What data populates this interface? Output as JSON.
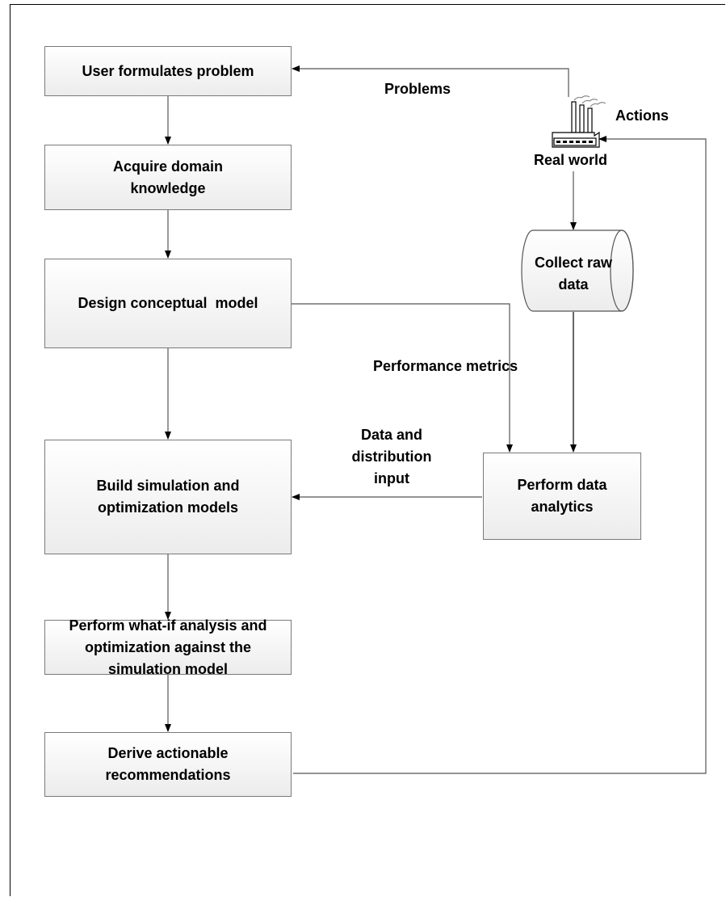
{
  "steps": {
    "formulate": "User formulates problem",
    "acquire": "Acquire domain knowledge",
    "design": "Design conceptual  model",
    "build": "Build simulation and optimization models",
    "whatif": "Perform what-if analysis and optimization against the simulation  model",
    "derive": "Derive actionable recommendations"
  },
  "real_world": {
    "label": "Real world",
    "icon": "factory-icon"
  },
  "collect": "Collect raw data",
  "analytics": "Perform data analytics",
  "edge_labels": {
    "problems": "Problems",
    "actions": "Actions",
    "metrics": "Performance metrics",
    "data_input_1": "Data and",
    "data_input_2": "distribution",
    "data_input_3": "input"
  }
}
